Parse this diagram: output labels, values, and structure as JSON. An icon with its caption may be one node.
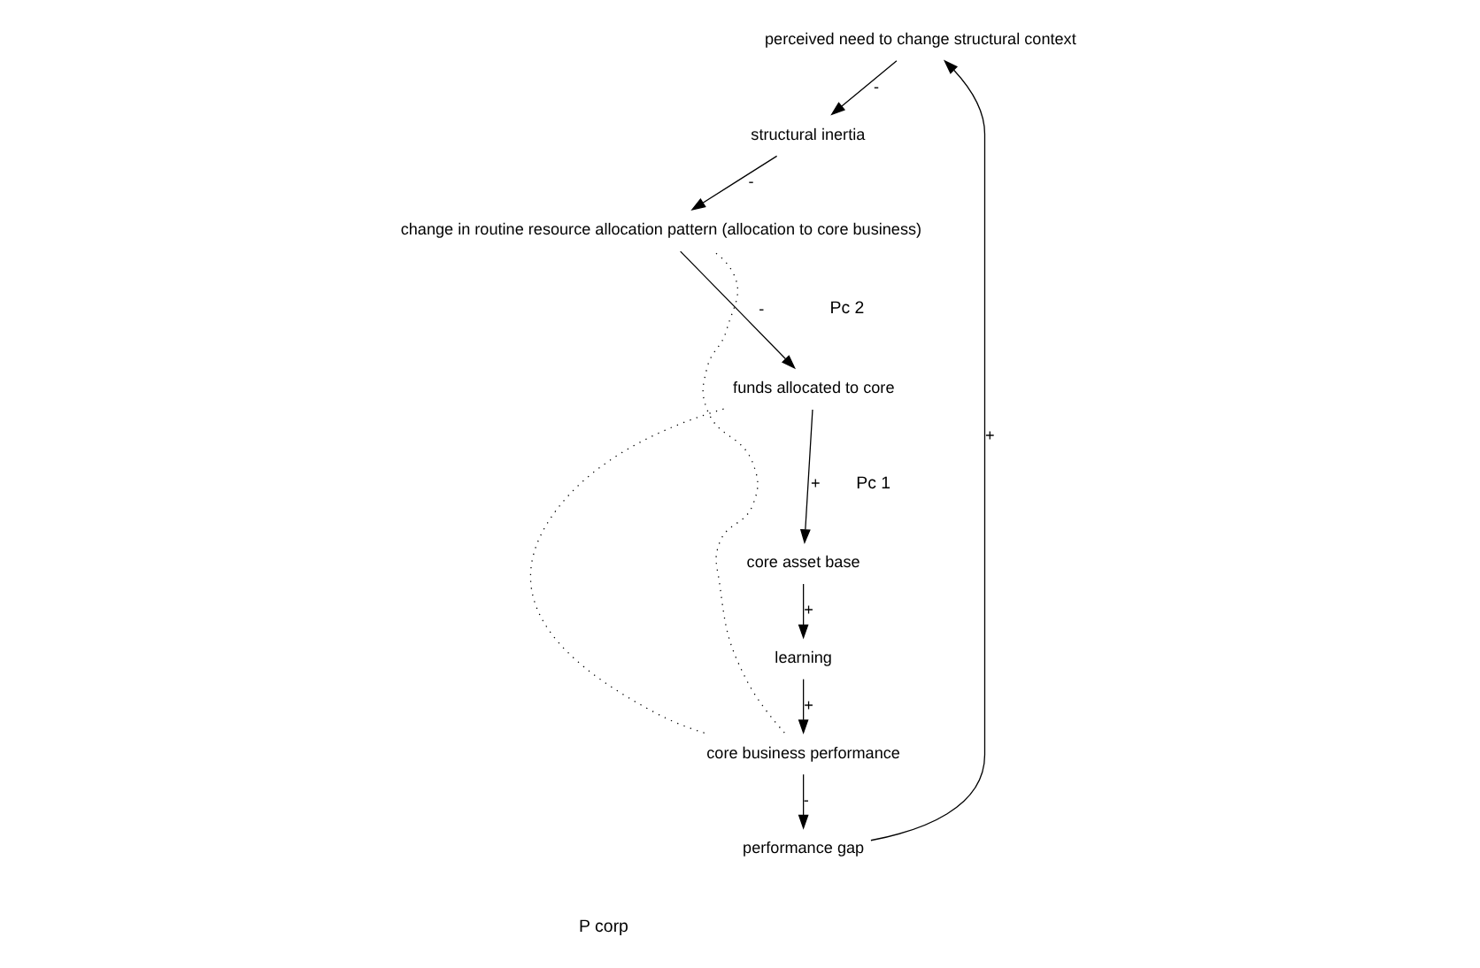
{
  "diagram": {
    "nodes": [
      {
        "text": [
          "perceived need to change structural context"
        ]
      },
      {
        "text": [
          "structural inertia"
        ]
      },
      {
        "text": [
          "change in routine resource allocation pattern (allocation to core business)"
        ]
      },
      {
        "text": [
          "performance gap"
        ]
      },
      {
        "text": [
          "core business performance"
        ]
      },
      {
        "text": [
          "funds allocated to core"
        ]
      },
      {
        "text": [
          "learning"
        ]
      },
      {
        "text": [
          "core asset base"
        ]
      }
    ],
    "edges": [
      {
        "from": 3,
        "to": 0,
        "arrow": "to",
        "label": "+"
      },
      {
        "from": 0,
        "to": 1,
        "arrow": "to",
        "label": "-"
      },
      {
        "from": 1,
        "to": 2,
        "arrow": "to",
        "label": "-"
      },
      {
        "from": 2,
        "to": 5,
        "arrow": "to",
        "label": "-"
      },
      {
        "from": 5,
        "to": 7,
        "arrow": "to",
        "label": "+"
      },
      {
        "from": 7,
        "to": 6,
        "arrow": "to",
        "label": "+"
      },
      {
        "from": 6,
        "to": 4,
        "arrow": "to",
        "label": "+"
      },
      {
        "from": 4,
        "to": 3,
        "arrow": "to",
        "label": "-"
      },
      {
        "from": 4,
        "to": 2,
        "arrow": "none",
        "style": "dashed"
      },
      {
        "from": 4,
        "to": 5,
        "arrow": "none",
        "style": "dashed"
      }
    ],
    "labels": [
      "P corp",
      "Pc 2",
      "Pc 1"
    ]
  }
}
